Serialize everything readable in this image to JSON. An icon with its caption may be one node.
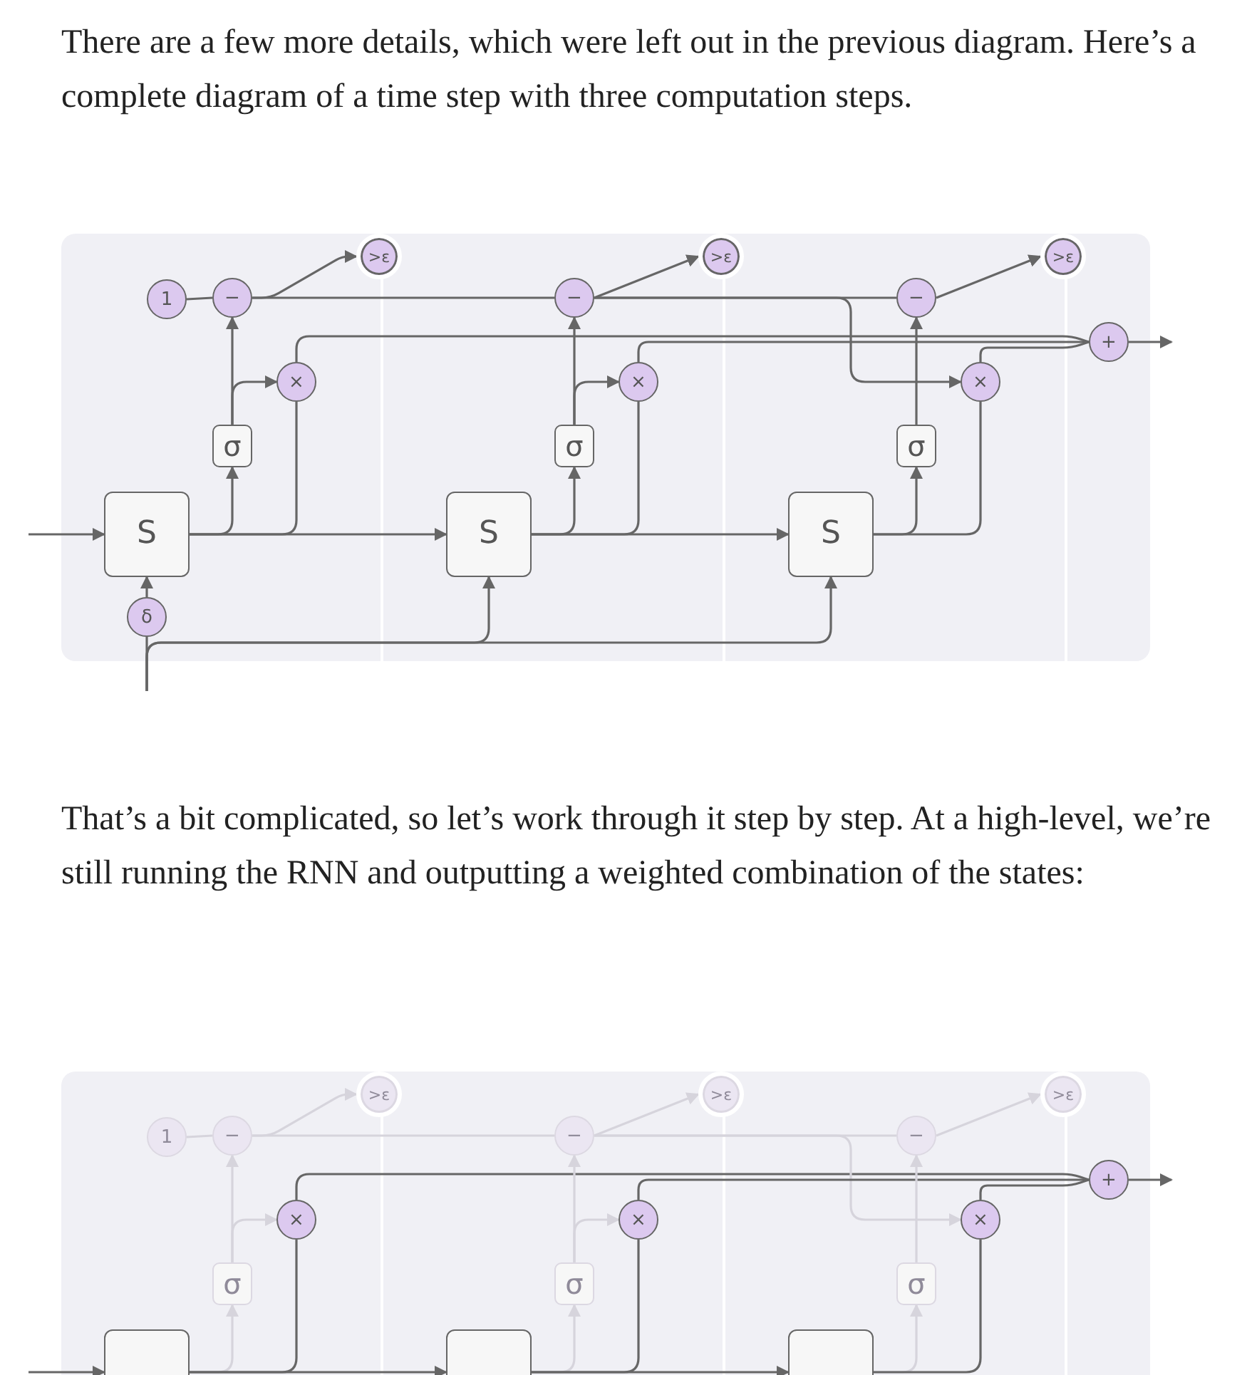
{
  "diagram": {
    "nodes": [
      {
        "text": [
          "1"
        ]
      },
      {
        "text": [
          "−"
        ]
      },
      {
        "text": [
          ">ε"
        ]
      },
      {
        "text": [
          "×"
        ]
      },
      {
        "text": [
          "σ"
        ]
      },
      {
        "text": [
          "S"
        ]
      },
      {
        "text": [
          "δ"
        ]
      },
      {
        "text": [
          "−"
        ]
      },
      {
        "text": [
          ">ε"
        ]
      },
      {
        "text": [
          "×"
        ]
      },
      {
        "text": [
          "σ"
        ]
      },
      {
        "text": [
          "S"
        ]
      },
      {
        "text": [
          "−"
        ]
      },
      {
        "text": [
          ">ε"
        ]
      },
      {
        "text": [
          "×"
        ]
      },
      {
        "text": [
          "σ"
        ]
      },
      {
        "text": [
          "S"
        ]
      },
      {
        "text": [
          "+"
        ]
      },
      {
        "text": [
          "1"
        ]
      },
      {
        "text": [
          "−"
        ]
      },
      {
        "text": [
          ">ε"
        ]
      },
      {
        "text": [
          "×"
        ]
      },
      {
        "text": [
          "σ"
        ]
      },
      {
        "text": [],
        "shape": "box"
      },
      {
        "text": [
          "−"
        ]
      },
      {
        "text": [
          ">ε"
        ]
      },
      {
        "text": [
          "×"
        ]
      },
      {
        "text": [
          "σ"
        ]
      },
      {
        "text": [],
        "shape": "box"
      },
      {
        "text": [
          "−"
        ]
      },
      {
        "text": [
          ">ε"
        ]
      },
      {
        "text": [
          "×"
        ]
      },
      {
        "text": [
          "σ"
        ]
      },
      {
        "text": [],
        "shape": "box"
      },
      {
        "text": [
          "+"
        ]
      }
    ],
    "edges": [
      {
        "from": null,
        "to": 5,
        "arrow": "to"
      },
      {
        "from": 6,
        "to": 5,
        "arrow": "to"
      },
      {
        "from": null,
        "to": 6,
        "arrow": "none"
      },
      {
        "from": null,
        "to": 11,
        "arrow": "to"
      },
      {
        "from": null,
        "to": 16,
        "arrow": "to"
      },
      {
        "from": 0,
        "to": 1,
        "arrow": "none"
      },
      {
        "from": 5,
        "to": 4,
        "arrow": "to"
      },
      {
        "from": 4,
        "to": 1,
        "arrow": "to"
      },
      {
        "from": 4,
        "to": 3,
        "arrow": "to"
      },
      {
        "from": 5,
        "to": 3,
        "arrow": "none"
      },
      {
        "from": 1,
        "to": 2,
        "arrow": "to"
      },
      {
        "from": 1,
        "to": 7,
        "arrow": "none"
      },
      {
        "from": 3,
        "to": 17,
        "arrow": "none"
      },
      {
        "from": 5,
        "to": 11,
        "arrow": "to"
      },
      {
        "from": 11,
        "to": 10,
        "arrow": "to"
      },
      {
        "from": 10,
        "to": 7,
        "arrow": "to"
      },
      {
        "from": 10,
        "to": 9,
        "arrow": "to"
      },
      {
        "from": 11,
        "to": 9,
        "arrow": "none"
      },
      {
        "from": 7,
        "to": 8,
        "arrow": "to"
      },
      {
        "from": 7,
        "to": 12,
        "arrow": "none"
      },
      {
        "from": 7,
        "to": 14,
        "arrow": "to"
      },
      {
        "from": 9,
        "to": 17,
        "arrow": "none"
      },
      {
        "from": 11,
        "to": 16,
        "arrow": "to"
      },
      {
        "from": 16,
        "to": 15,
        "arrow": "to"
      },
      {
        "from": 15,
        "to": 12,
        "arrow": "to"
      },
      {
        "from": 16,
        "to": 14,
        "arrow": "none"
      },
      {
        "from": 12,
        "to": 13,
        "arrow": "to"
      },
      {
        "from": 14,
        "to": 17,
        "arrow": "none"
      },
      {
        "from": 17,
        "to": null,
        "arrow": "to"
      },
      {
        "from": 18,
        "to": 19,
        "arrow": "none",
        "color": "#d6d4dc"
      },
      {
        "from": 23,
        "to": 22,
        "arrow": "to",
        "color": "#d6d4dc"
      },
      {
        "from": 22,
        "to": 19,
        "arrow": "to",
        "color": "#d6d4dc"
      },
      {
        "from": 22,
        "to": 21,
        "arrow": "to",
        "color": "#d6d4dc"
      },
      {
        "from": 23,
        "to": 21,
        "arrow": "none"
      },
      {
        "from": 19,
        "to": 20,
        "arrow": "to",
        "color": "#d6d4dc"
      },
      {
        "from": 19,
        "to": 24,
        "arrow": "none",
        "color": "#d6d4dc"
      },
      {
        "from": 21,
        "to": 34,
        "arrow": "none"
      },
      {
        "from": 23,
        "to": 28,
        "arrow": "to"
      },
      {
        "from": 28,
        "to": 27,
        "arrow": "to",
        "color": "#d6d4dc"
      },
      {
        "from": 27,
        "to": 24,
        "arrow": "to",
        "color": "#d6d4dc"
      },
      {
        "from": 27,
        "to": 26,
        "arrow": "to",
        "color": "#d6d4dc"
      },
      {
        "from": 28,
        "to": 26,
        "arrow": "none"
      },
      {
        "from": 24,
        "to": 25,
        "arrow": "to",
        "color": "#d6d4dc"
      },
      {
        "from": 24,
        "to": 29,
        "arrow": "none",
        "color": "#d6d4dc"
      },
      {
        "from": 24,
        "to": 31,
        "arrow": "to",
        "color": "#d6d4dc"
      },
      {
        "from": 26,
        "to": 34,
        "arrow": "none"
      },
      {
        "from": 28,
        "to": 33,
        "arrow": "to"
      },
      {
        "from": 33,
        "to": 32,
        "arrow": "to",
        "color": "#d6d4dc"
      },
      {
        "from": 32,
        "to": 29,
        "arrow": "to",
        "color": "#d6d4dc"
      },
      {
        "from": 33,
        "to": 31,
        "arrow": "none"
      },
      {
        "from": 29,
        "to": 30,
        "arrow": "to",
        "color": "#d6d4dc"
      },
      {
        "from": 31,
        "to": 34,
        "arrow": "none"
      },
      {
        "from": 34,
        "to": null,
        "arrow": "to"
      },
      {
        "from": null,
        "to": 23,
        "arrow": "to"
      }
    ],
    "labels": [
      "There are a few more details, which were left out in the previous diagram. Here’s a complete diagram of a time step with three computation steps.",
      "That’s a bit complicated, so let’s work through it step by step. At a high-level, we’re still running the RNN and outputting a weighted combination of the states:"
    ]
  }
}
